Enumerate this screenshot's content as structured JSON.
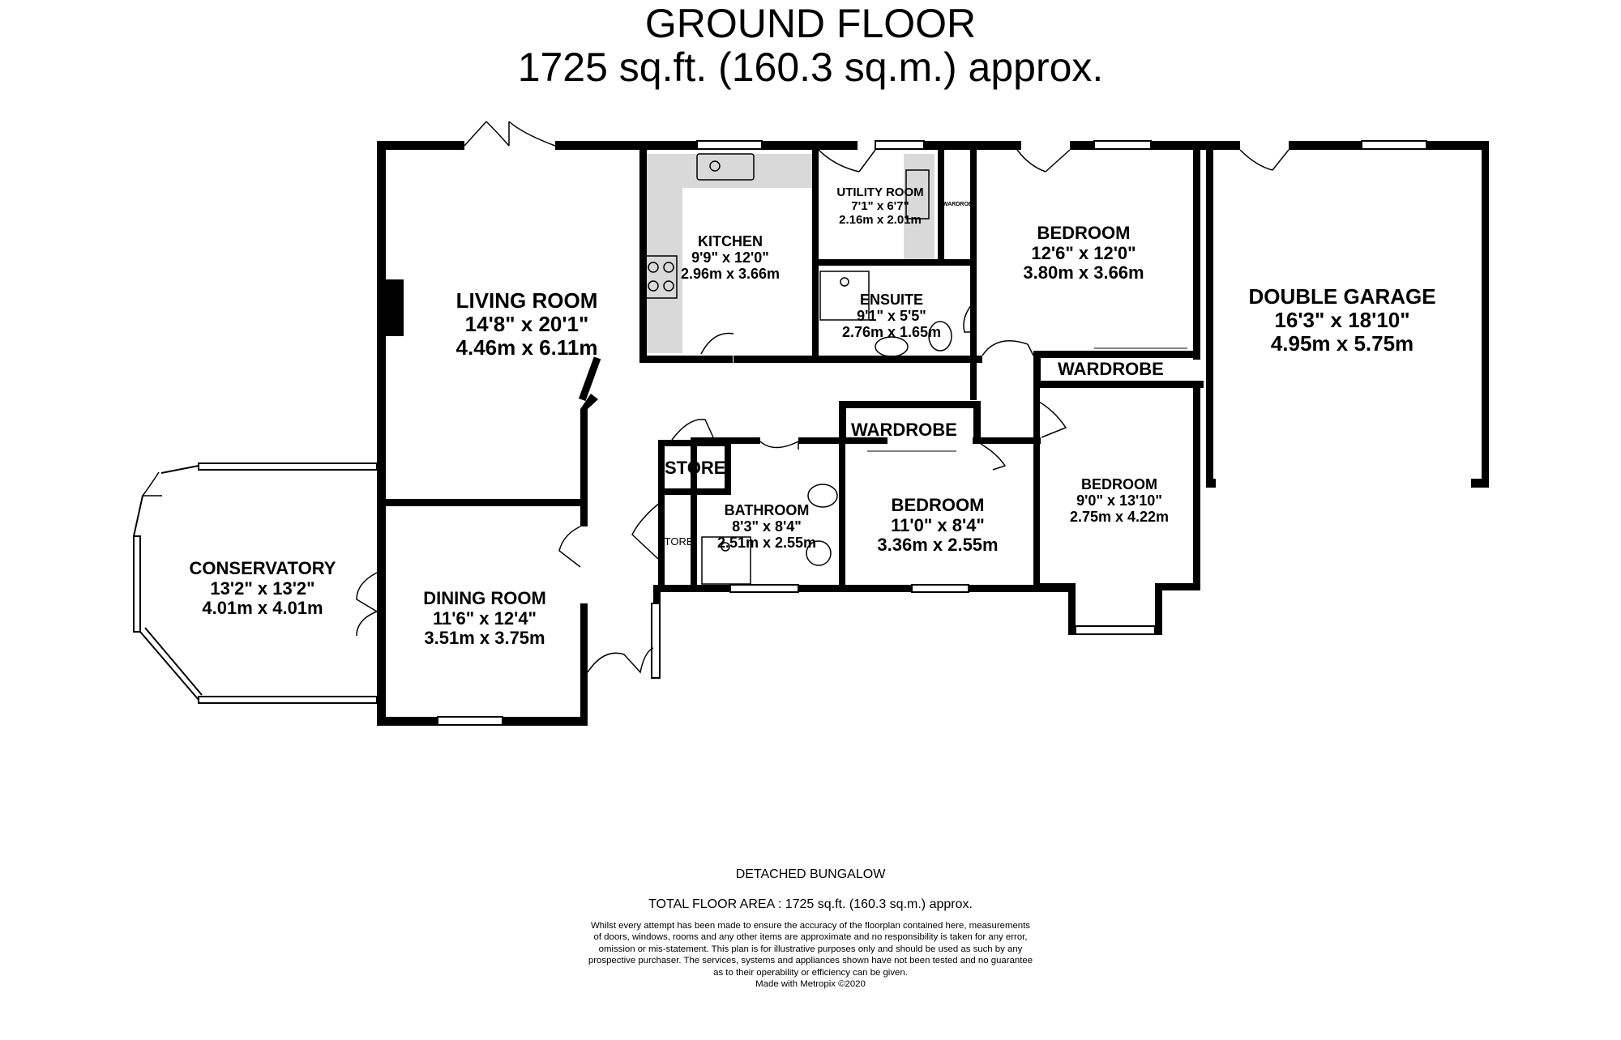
{
  "header": {
    "title": "GROUND FLOOR",
    "area": "1725 sq.ft. (160.3 sq.m.) approx."
  },
  "rooms": {
    "living": {
      "name": "LIVING ROOM",
      "imperial": "14'8\"  x 20'1\"",
      "metric": "4.46m  x 6.11m"
    },
    "kitchen": {
      "name": "KITCHEN",
      "imperial": "9'9\"  x 12'0\"",
      "metric": "2.96m  x 3.66m"
    },
    "utility": {
      "name": "UTILITY ROOM",
      "imperial": "7'1\"  x 6'7\"",
      "metric": "2.16m  x 2.01m"
    },
    "ensuite": {
      "name": "ENSUITE",
      "imperial": "9'1\"  x 5'5\"",
      "metric": "2.76m  x 1.65m"
    },
    "bedroom1": {
      "name": "BEDROOM",
      "imperial": "12'6\"  x 12'0\"",
      "metric": "3.80m  x 3.66m"
    },
    "garage": {
      "name": "DOUBLE GARAGE",
      "imperial": "16'3\"  x 18'10\"",
      "metric": "4.95m  x 5.75m"
    },
    "conservatory": {
      "name": "CONSERVATORY",
      "imperial": "13'2\"  x 13'2\"",
      "metric": "4.01m  x 4.01m"
    },
    "dining": {
      "name": "DINING ROOM",
      "imperial": "11'6\"  x 12'4\"",
      "metric": "3.51m  x 3.75m"
    },
    "bathroom": {
      "name": "BATHROOM",
      "imperial": "8'3\"  x 8'4\"",
      "metric": "2.51m  x 2.55m"
    },
    "bedroom2": {
      "name": "BEDROOM",
      "imperial": "11'0\"  x 8'4\"",
      "metric": "3.36m  x 2.55m"
    },
    "bedroom3": {
      "name": "BEDROOM",
      "imperial": "9'0\"  x 13'10\"",
      "metric": "2.75m  x 4.22m"
    }
  },
  "labels": {
    "store_box": "STORE",
    "store_small": "STORE",
    "wardrobe_1": "WARDROBE",
    "wardrobe_2": "WARDROBE",
    "wardrobe_utility": "WARDROBE"
  },
  "footer": {
    "type": "DETACHED BUNGALOW",
    "total": "TOTAL FLOOR AREA : 1725 sq.ft. (160.3 sq.m.) approx.",
    "disclaimer": [
      "Whilst every attempt has been made to ensure the accuracy of the floorplan contained here, measurements",
      "of doors, windows, rooms and any other items are approximate and no responsibility is taken for any error,",
      "omission or mis-statement. This plan is for illustrative purposes only and should be used as such by any",
      "prospective purchaser. The services, systems and appliances shown have not been tested and no guarantee",
      "as to their operability or efficiency can be given.",
      "Made with Metropix ©2020"
    ]
  },
  "colors": {
    "wall": "#000000",
    "counter": "#d9d9d9",
    "window": "#ffffff"
  }
}
